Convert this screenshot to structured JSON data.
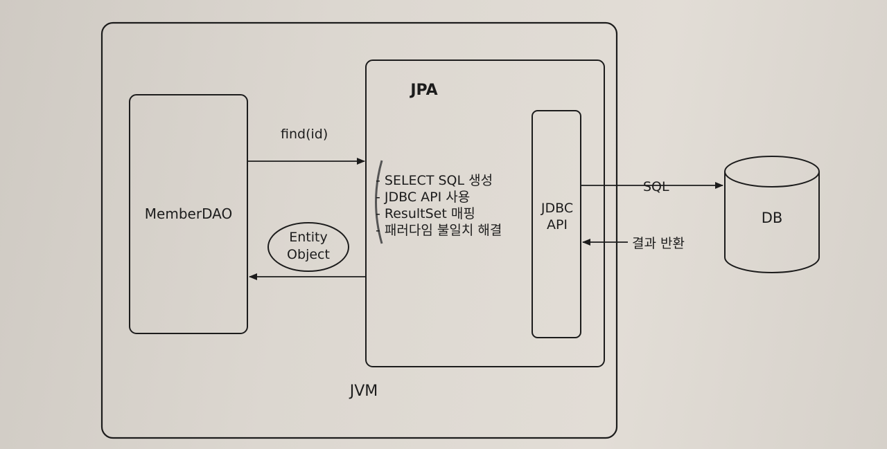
{
  "diagram": {
    "jvm_label": "JVM",
    "jpa_label": "JPA",
    "member_dao_label": "MemberDAO",
    "jdbc_api_label_line1": "JDBC",
    "jdbc_api_label_line2": "API",
    "db_label": "DB",
    "entity_object_line1": "Entity",
    "entity_object_line2": "Object",
    "find_arrow_label": "find(id)",
    "sql_arrow_label": "SQL",
    "result_arrow_label": "결과 반환",
    "jpa_tasks": [
      "- SELECT SQL 생성",
      "- JDBC API 사용",
      "- ResultSet 매핑",
      "- 패러다임 불일치 해결"
    ]
  }
}
